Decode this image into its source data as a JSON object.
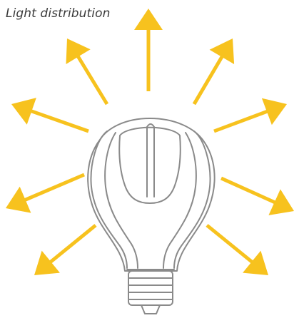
{
  "diagram": {
    "title": "Light distribution",
    "arrow_color": "#F7C21E",
    "outline_color": "#8A8A8A",
    "arrows": [
      {
        "direction": "up"
      },
      {
        "direction": "up-left"
      },
      {
        "direction": "up-right"
      },
      {
        "direction": "left"
      },
      {
        "direction": "right"
      },
      {
        "direction": "down-left"
      },
      {
        "direction": "down-right"
      },
      {
        "direction": "down-left-low"
      },
      {
        "direction": "down-right-low"
      }
    ],
    "object": "light-bulb-icon"
  }
}
